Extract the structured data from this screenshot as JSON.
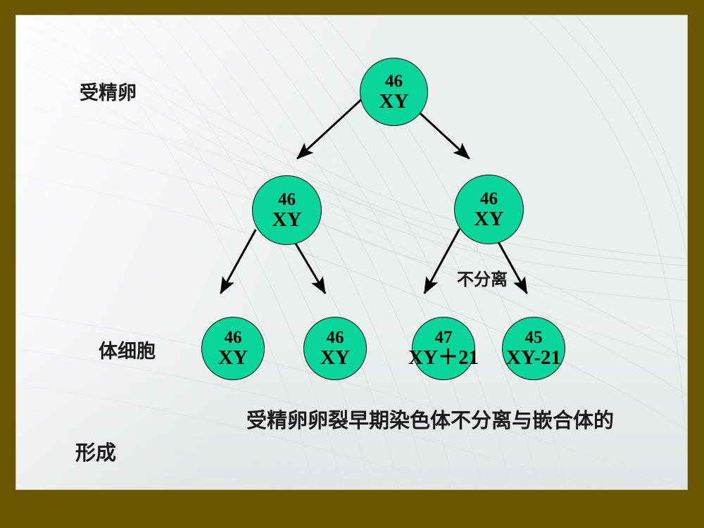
{
  "slide": {
    "border_color": "#6b5600",
    "panel_color": "#eceff0",
    "node_fill": "#0ad69b",
    "node_stroke": "#0b0b0b",
    "arrow_color": "#000000"
  },
  "labels": {
    "zygote": "受精卵",
    "somatic": "体细胞",
    "nondisjunction": "不分离"
  },
  "caption": {
    "line1": "受精卵卵裂早期染色体不分离与嵌合体的",
    "line2": "形成"
  },
  "nodes": {
    "root": {
      "line1": "46",
      "line2": "XY"
    },
    "mid1": {
      "line1": "46",
      "line2": "XY"
    },
    "mid2": {
      "line1": "46",
      "line2": "XY"
    },
    "bot1": {
      "line1": "46",
      "line2": "XY"
    },
    "bot2": {
      "line1": "46",
      "line2": "XY"
    },
    "bot3": {
      "line1": "47",
      "line2": "XY＋21"
    },
    "bot4": {
      "line1": "45",
      "line2": "XY-21"
    }
  }
}
